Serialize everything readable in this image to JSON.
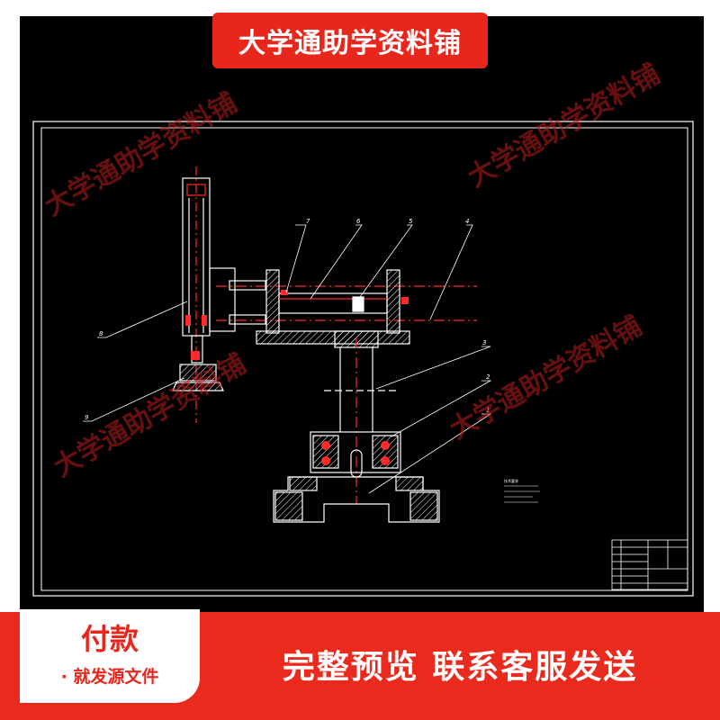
{
  "banner": {
    "title": "大学通助学资料铺"
  },
  "watermark": {
    "text": "大学通助学资料铺"
  },
  "drawing": {
    "callouts": [
      "7",
      "6",
      "5",
      "4",
      "3",
      "2",
      "1",
      "8",
      "9"
    ],
    "notes_lines": [
      "技术要求",
      "",
      "",
      "",
      ""
    ]
  },
  "footer": {
    "pay_title": "付款",
    "pay_sub": "就发源文件",
    "cta": "完整预览  联系客服发送"
  },
  "colors": {
    "accent": "#e8261b",
    "line": "#ffffff",
    "hidden": "#ff2a2a",
    "background": "#000000"
  }
}
